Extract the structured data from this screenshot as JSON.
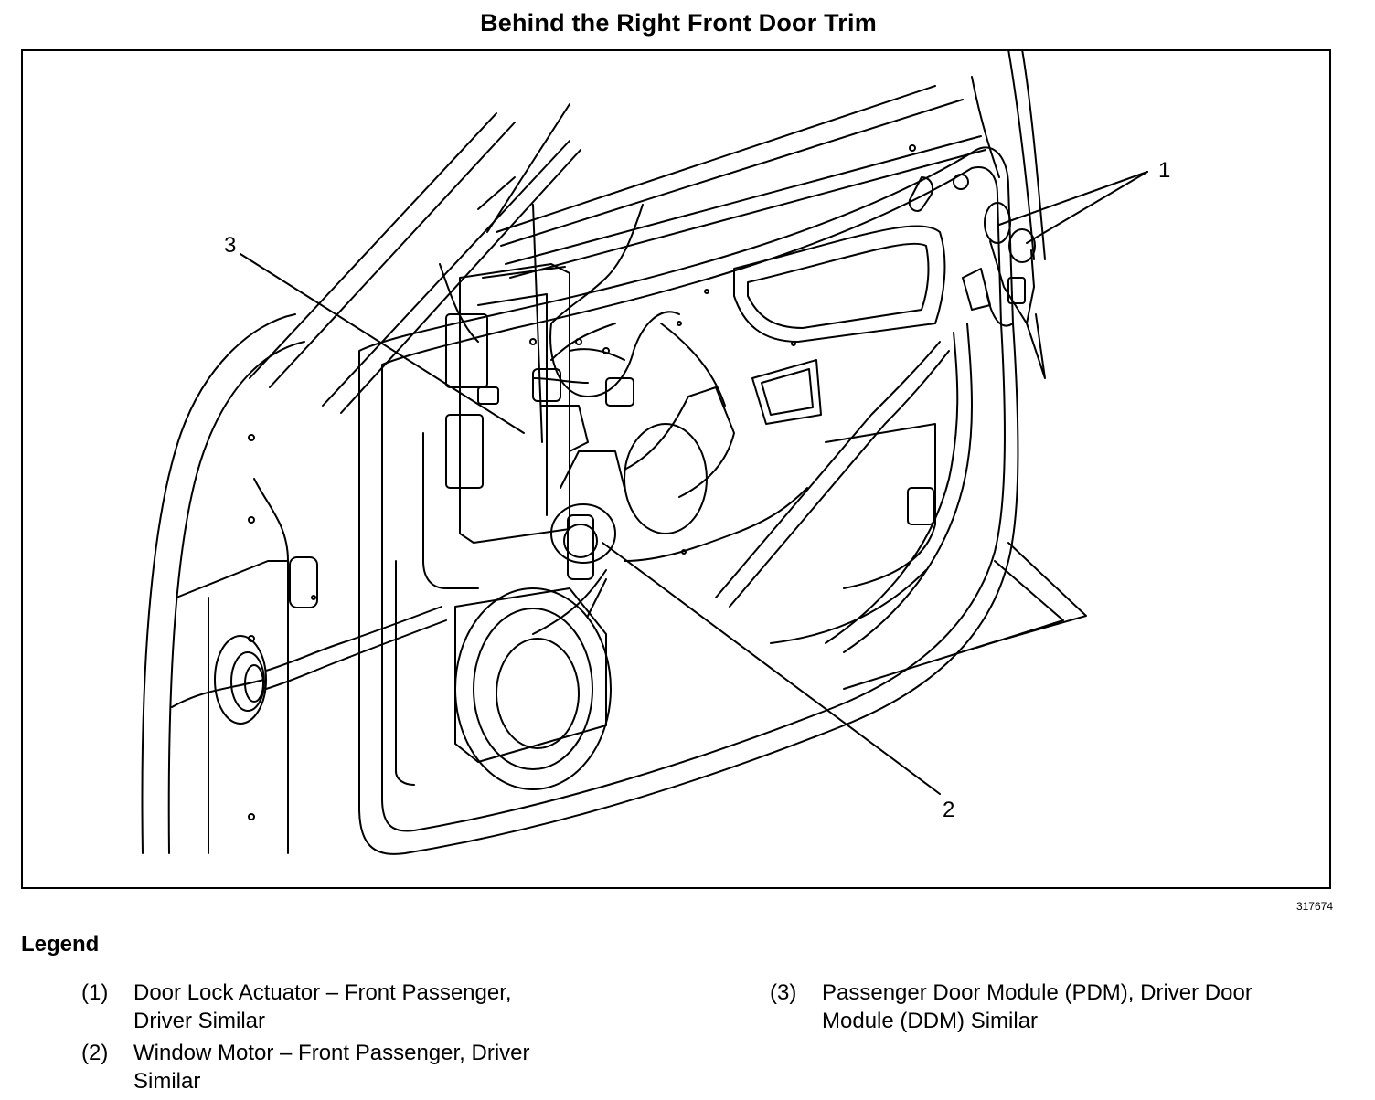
{
  "title": "Behind the Right Front Door Trim",
  "figure_id": "317674",
  "callouts": [
    {
      "label": "1",
      "part": "door-lock-actuator"
    },
    {
      "label": "2",
      "part": "window-motor"
    },
    {
      "label": "3",
      "part": "door-module"
    }
  ],
  "legend": {
    "heading": "Legend",
    "items": [
      {
        "num": "(1)",
        "line1": "Door Lock Actuator – Front Passenger,",
        "line2": "Driver Similar"
      },
      {
        "num": "(2)",
        "line1": "Window Motor – Front Passenger, Driver",
        "line2": "Similar"
      },
      {
        "num": "(3)",
        "line1": "Passenger Door Module (PDM), Driver Door",
        "line2": "Module (DDM) Similar"
      }
    ]
  }
}
